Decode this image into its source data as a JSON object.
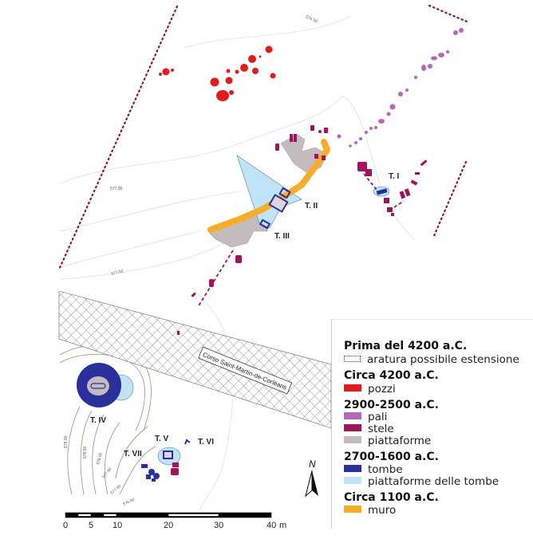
{
  "map": {
    "contour_labels": [
      "576.50",
      "577.00",
      "577.50",
      "578.00",
      "578.50",
      "578.00",
      "577.50",
      "577.00",
      "576.50"
    ],
    "tomb_labels": [
      "T. I",
      "T. II",
      "T. III",
      "T. IV",
      "T. V",
      "T. VI",
      "T. VII"
    ],
    "road_label": "Corso Saint-Martin-de-Corléans",
    "north_label": "N"
  },
  "legend": {
    "groups": [
      {
        "title": "Prima del 4200 a.C.",
        "items": [
          {
            "label": "aratura possibile estensione",
            "color": "#8b1a2b",
            "style": "dotted"
          }
        ]
      },
      {
        "title": "Circa 4200 a.C.",
        "items": [
          {
            "label": "pozzi",
            "color": "#e31b1b"
          }
        ]
      },
      {
        "title": "2900-2500 a.C.",
        "items": [
          {
            "label": "pali",
            "color": "#b866b8"
          },
          {
            "label": "stele",
            "color": "#a0145e"
          },
          {
            "label": "piattaforme",
            "color": "#c4bcbc"
          }
        ]
      },
      {
        "title": "2700-1600 a.C.",
        "items": [
          {
            "label": "tombe",
            "color": "#2b2f9c"
          },
          {
            "label": "piattaforme delle tombe",
            "color": "#bfe3f7"
          }
        ]
      },
      {
        "title": "Circa 1100 a.C.",
        "items": [
          {
            "label": "muro",
            "color": "#f7ad28"
          }
        ]
      }
    ]
  },
  "scale": {
    "ticks": [
      "0",
      "5",
      "10",
      "20",
      "30",
      "40"
    ],
    "unit": "m"
  }
}
